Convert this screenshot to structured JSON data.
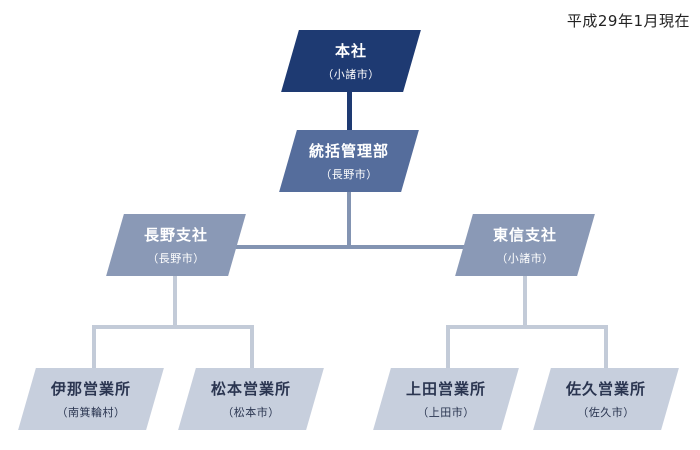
{
  "date_label": "平成29年1月現在",
  "nodes": {
    "honsha": {
      "name": "本社",
      "location": "（小諸市）"
    },
    "tokatsu": {
      "name": "統括管理部",
      "location": "（長野市）"
    },
    "nagano": {
      "name": "長野支社",
      "location": "（長野市）"
    },
    "toshin": {
      "name": "東信支社",
      "location": "（小諸市）"
    },
    "ina": {
      "name": "伊那営業所",
      "location": "（南箕輪村）"
    },
    "matsumoto": {
      "name": "松本営業所",
      "location": "（松本市）"
    },
    "ueda": {
      "name": "上田営業所",
      "location": "（上田市）"
    },
    "saku": {
      "name": "佐久営業所",
      "location": "（佐久市）"
    }
  },
  "colors": {
    "level_0": "#1e3a72",
    "level_1": "#556d9c",
    "level_2": "#8a99b6",
    "level_3": "#c7cfdd"
  }
}
